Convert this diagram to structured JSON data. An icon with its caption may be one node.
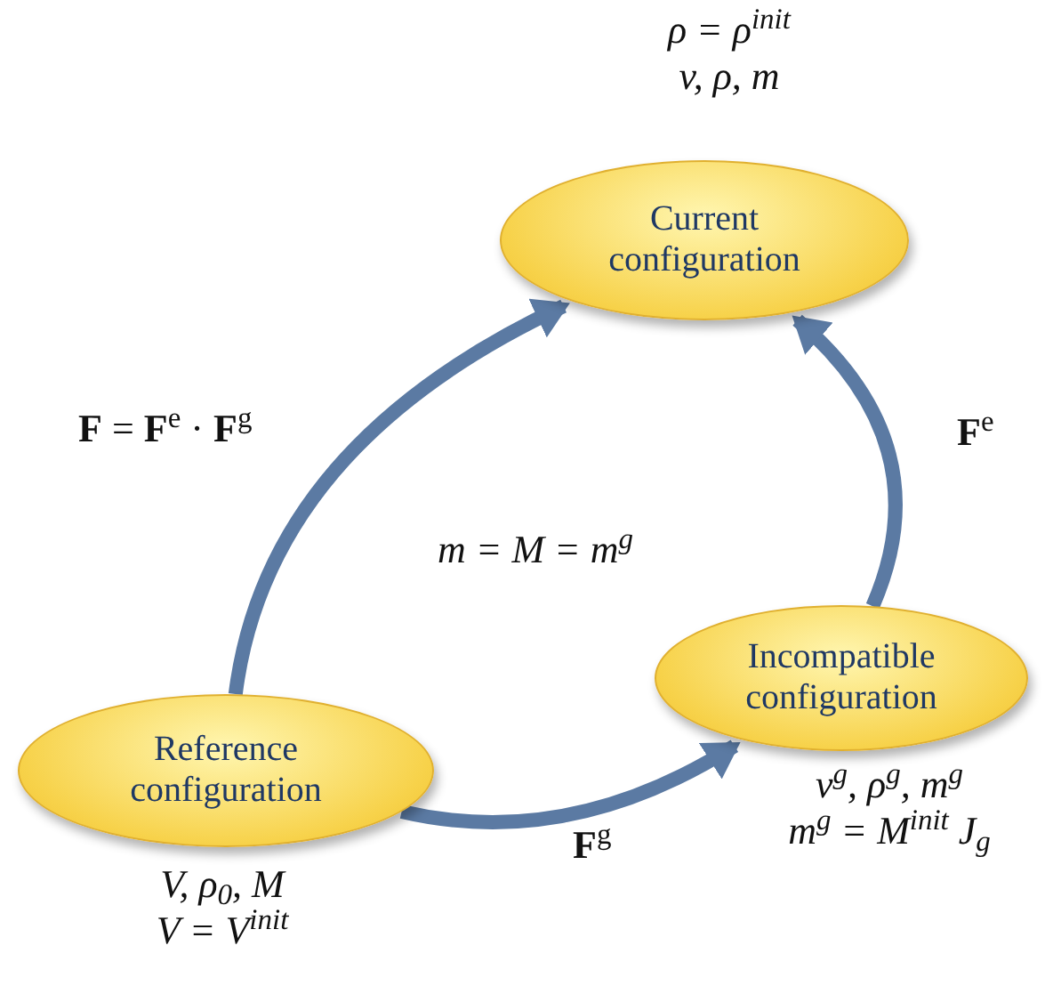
{
  "diagram": {
    "nodes": [
      {
        "text": [
          "Current configuration"
        ],
        "beside": [
          "ρ = ρ$^{init}$",
          "v, ρ, m"
        ]
      },
      {
        "text": [
          "Incompatible configuration"
        ],
        "beside": [
          "v$^{g}$, ρ$^{g}$, m$^{g}$",
          "m$^{g}$ = M$^{init}$ J$_{g}$"
        ]
      },
      {
        "text": [
          "Reference configuration"
        ],
        "beside": [
          "V, ρ$_{0}$, M",
          "V = V$^{init}$"
        ]
      }
    ],
    "edges": [
      {
        "from": 2,
        "to": 0,
        "arrow": "to",
        "label": "**F** = **F**$^{e}$ · **F**$^{g}$"
      },
      {
        "from": 2,
        "to": 1,
        "arrow": "to",
        "label": "**F**$^{g}$"
      },
      {
        "from": 1,
        "to": 0,
        "arrow": "to",
        "label": "**F**$^{e}$"
      }
    ],
    "labels": [
      "m = M = m$^{g}$"
    ]
  }
}
